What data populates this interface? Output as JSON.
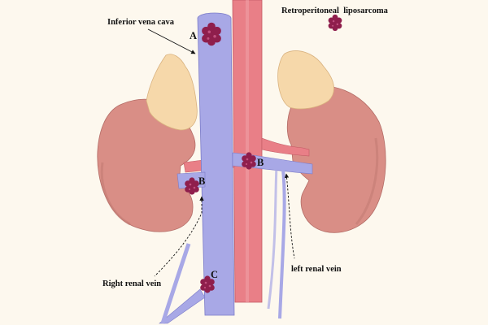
{
  "labels": {
    "inferior_vena_cava": "Inferior vena cava",
    "retroperitoneal_liposarcoma": "Retroperitoneal  liposarcoma",
    "left_renal_vein": "left renal vein",
    "right_renal_vein": "Right renal vein"
  },
  "sites": {
    "a": "A",
    "b_right": "B",
    "b_left": "B",
    "c": "C"
  },
  "colors": {
    "background": "#fdf8ee",
    "vein": "#a8a8e6",
    "artery": "#e97f87",
    "kidney": "#d98e86",
    "adrenal": "#f6d8aa",
    "tumor": "#8f1e4c",
    "text": "#111111"
  },
  "icons": {
    "tumor": "tumor-cluster-icon"
  }
}
